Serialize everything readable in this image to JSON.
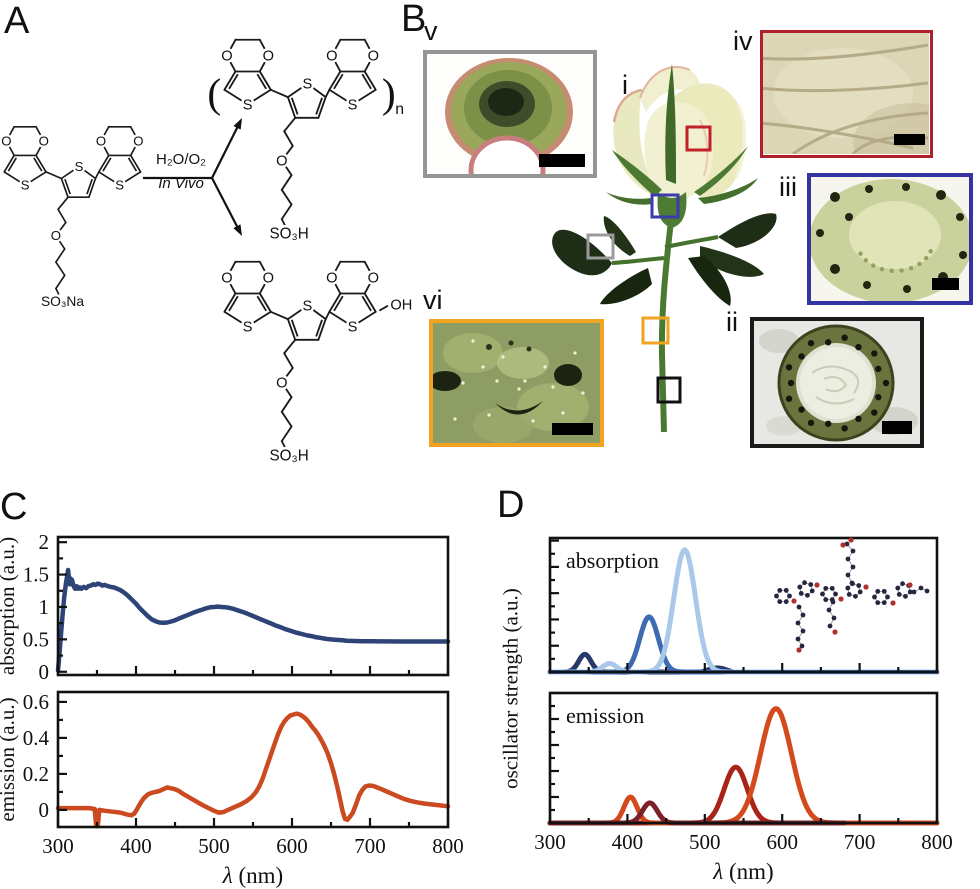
{
  "panel_a": {
    "letter": "A",
    "reagent_top": "H₂O/O₂",
    "reagent_bottom": "In Vivo",
    "atom_o": "O",
    "atom_s": "S",
    "monomer_terminal": "SO₃Na",
    "polymer_terminal": "SO₃H",
    "product2_terminal": "SO₃H",
    "product2_oh": "OH",
    "polymer_subscript": "n",
    "bracket_open": "(",
    "bracket_close": ")"
  },
  "panel_b": {
    "letter": "B",
    "plant_label": "i",
    "insets": [
      {
        "id": "v",
        "label": "v",
        "border_color": "#959595"
      },
      {
        "id": "iv",
        "label": "iv",
        "border_color": "#b0202c"
      },
      {
        "id": "iii",
        "label": "iii",
        "border_color": "#3434a3"
      },
      {
        "id": "vi",
        "label": "vi",
        "border_color": "#f1a321"
      },
      {
        "id": "ii",
        "label": "ii",
        "border_color": "#1a1a1a"
      }
    ],
    "marker_colors": {
      "red": "#c32028",
      "blue": "#3b3bae",
      "gray": "#9b9b9b",
      "orange": "#f1a321",
      "black": "#101010"
    }
  },
  "panel_c": {
    "letter": "C"
  },
  "panel_d": {
    "letter": "D",
    "shared_ylabel": "oscillator strength (a.u.)"
  },
  "chart_data": [
    {
      "id": "c-absorption",
      "type": "line",
      "ylabel": "absorption (a.u.)",
      "xlabel": "",
      "xlim": [
        300,
        800
      ],
      "ylim": [
        -0.05,
        2.08
      ],
      "xticks_major": [
        300,
        400,
        500,
        600,
        700,
        800
      ],
      "xticks_minor": [
        350,
        450,
        550,
        650,
        750
      ],
      "xtick_labels": [],
      "yticks_major": [
        0,
        0.5,
        1,
        1.5,
        2
      ],
      "yticks_minor": [
        0.25,
        0.75,
        1.25,
        1.75
      ],
      "ytick_labels": [
        "0",
        "0.5",
        "1",
        "1.5",
        "2"
      ],
      "series": [
        {
          "id": "ete-s-absorption",
          "color": "#2e4377",
          "width": 4.5,
          "points": [
            [
              300,
              0.02
            ],
            [
              302,
              0.3
            ],
            [
              304,
              0.6
            ],
            [
              306,
              0.9
            ],
            [
              308,
              1.15
            ],
            [
              310,
              1.35
            ],
            [
              312,
              1.5
            ],
            [
              313,
              1.57
            ],
            [
              314,
              1.45
            ],
            [
              315,
              1.35
            ],
            [
              316,
              1.44
            ],
            [
              317,
              1.38
            ],
            [
              318,
              1.42
            ],
            [
              320,
              1.32
            ],
            [
              322,
              1.28
            ],
            [
              324,
              1.32
            ],
            [
              326,
              1.28
            ],
            [
              328,
              1.3
            ],
            [
              330,
              1.28
            ],
            [
              333,
              1.31
            ],
            [
              336,
              1.29
            ],
            [
              339,
              1.32
            ],
            [
              342,
              1.33
            ],
            [
              345,
              1.35
            ],
            [
              348,
              1.34
            ],
            [
              351,
              1.36
            ],
            [
              354,
              1.35
            ],
            [
              357,
              1.33
            ],
            [
              360,
              1.34
            ],
            [
              364,
              1.32
            ],
            [
              368,
              1.31
            ],
            [
              372,
              1.3
            ],
            [
              376,
              1.28
            ],
            [
              380,
              1.26
            ],
            [
              385,
              1.22
            ],
            [
              390,
              1.17
            ],
            [
              395,
              1.11
            ],
            [
              400,
              1.05
            ],
            [
              405,
              0.98
            ],
            [
              410,
              0.92
            ],
            [
              415,
              0.86
            ],
            [
              420,
              0.81
            ],
            [
              425,
              0.78
            ],
            [
              430,
              0.76
            ],
            [
              435,
              0.755
            ],
            [
              440,
              0.76
            ],
            [
              445,
              0.775
            ],
            [
              450,
              0.795
            ],
            [
              455,
              0.82
            ],
            [
              460,
              0.845
            ],
            [
              465,
              0.87
            ],
            [
              470,
              0.895
            ],
            [
              475,
              0.92
            ],
            [
              480,
              0.94
            ],
            [
              485,
              0.96
            ],
            [
              490,
              0.98
            ],
            [
              495,
              0.995
            ],
            [
              500,
              1.0
            ],
            [
              505,
              1.005
            ],
            [
              510,
              1.0
            ],
            [
              515,
              0.995
            ],
            [
              520,
              0.985
            ],
            [
              525,
              0.97
            ],
            [
              530,
              0.95
            ],
            [
              535,
              0.93
            ],
            [
              540,
              0.91
            ],
            [
              545,
              0.885
            ],
            [
              550,
              0.86
            ],
            [
              555,
              0.835
            ],
            [
              560,
              0.81
            ],
            [
              565,
              0.785
            ],
            [
              570,
              0.76
            ],
            [
              575,
              0.735
            ],
            [
              580,
              0.71
            ],
            [
              585,
              0.69
            ],
            [
              590,
              0.665
            ],
            [
              595,
              0.645
            ],
            [
              600,
              0.625
            ],
            [
              605,
              0.605
            ],
            [
              610,
              0.59
            ],
            [
              615,
              0.575
            ],
            [
              620,
              0.56
            ],
            [
              625,
              0.55
            ],
            [
              630,
              0.535
            ],
            [
              635,
              0.525
            ],
            [
              640,
              0.515
            ],
            [
              645,
              0.505
            ],
            [
              650,
              0.5
            ],
            [
              655,
              0.495
            ],
            [
              660,
              0.49
            ],
            [
              665,
              0.485
            ],
            [
              670,
              0.48
            ],
            [
              680,
              0.475
            ],
            [
              690,
              0.472
            ],
            [
              700,
              0.47
            ],
            [
              720,
              0.468
            ],
            [
              740,
              0.467
            ],
            [
              760,
              0.467
            ],
            [
              780,
              0.467
            ],
            [
              800,
              0.467
            ]
          ]
        }
      ]
    },
    {
      "id": "c-emission",
      "type": "line",
      "ylabel": "emission (a.u.)",
      "xlabel": "λ (nm)",
      "xlim": [
        300,
        800
      ],
      "ylim": [
        -0.095,
        0.655
      ],
      "xticks_major": [
        300,
        400,
        500,
        600,
        700,
        800
      ],
      "xticks_minor": [
        350,
        450,
        550,
        650,
        750
      ],
      "xtick_labels": [
        "300",
        "400",
        "500",
        "600",
        "700",
        "800"
      ],
      "yticks_major": [
        0,
        0.2,
        0.4,
        0.6
      ],
      "yticks_minor": [
        0.1,
        0.3,
        0.5
      ],
      "ytick_labels": [
        "0",
        "0.2",
        "0.4",
        "0.6"
      ],
      "series": [
        {
          "id": "ete-s-emission",
          "color": "#cb4a20",
          "width": 4.5,
          "points": [
            [
              300,
              0.01
            ],
            [
              310,
              0.01
            ],
            [
              320,
              0.01
            ],
            [
              330,
              0.01
            ],
            [
              340,
              0.01
            ],
            [
              347,
              0.005
            ],
            [
              349,
              -0.09
            ],
            [
              351,
              -0.09
            ],
            [
              353,
              0
            ],
            [
              360,
              -0.005
            ],
            [
              370,
              -0.01
            ],
            [
              380,
              -0.015
            ],
            [
              388,
              -0.025
            ],
            [
              394,
              -0.03
            ],
            [
              398,
              -0.02
            ],
            [
              402,
              0.01
            ],
            [
              406,
              0.04
            ],
            [
              410,
              0.065
            ],
            [
              415,
              0.085
            ],
            [
              420,
              0.095
            ],
            [
              425,
              0.1
            ],
            [
              430,
              0.105
            ],
            [
              435,
              0.115
            ],
            [
              440,
              0.125
            ],
            [
              445,
              0.12
            ],
            [
              450,
              0.115
            ],
            [
              455,
              0.105
            ],
            [
              460,
              0.09
            ],
            [
              468,
              0.07
            ],
            [
              476,
              0.05
            ],
            [
              484,
              0.03
            ],
            [
              492,
              0.012
            ],
            [
              500,
              -0.005
            ],
            [
              506,
              -0.015
            ],
            [
              512,
              -0.012
            ],
            [
              518,
              0
            ],
            [
              526,
              0.015
            ],
            [
              534,
              0.03
            ],
            [
              542,
              0.05
            ],
            [
              548,
              0.07
            ],
            [
              554,
              0.1
            ],
            [
              558,
              0.13
            ],
            [
              562,
              0.17
            ],
            [
              566,
              0.22
            ],
            [
              570,
              0.27
            ],
            [
              574,
              0.32
            ],
            [
              578,
              0.37
            ],
            [
              582,
              0.42
            ],
            [
              586,
              0.46
            ],
            [
              590,
              0.49
            ],
            [
              594,
              0.51
            ],
            [
              598,
              0.525
            ],
            [
              602,
              0.53
            ],
            [
              606,
              0.535
            ],
            [
              610,
              0.53
            ],
            [
              614,
              0.52
            ],
            [
              618,
              0.505
            ],
            [
              622,
              0.485
            ],
            [
              626,
              0.46
            ],
            [
              630,
              0.44
            ],
            [
              634,
              0.415
            ],
            [
              638,
              0.385
            ],
            [
              642,
              0.35
            ],
            [
              646,
              0.31
            ],
            [
              650,
              0.26
            ],
            [
              654,
              0.2
            ],
            [
              658,
              0.13
            ],
            [
              662,
              0.05
            ],
            [
              665,
              -0.01
            ],
            [
              668,
              -0.05
            ],
            [
              671,
              -0.055
            ],
            [
              674,
              -0.04
            ],
            [
              678,
              -0.015
            ],
            [
              682,
              0.03
            ],
            [
              686,
              0.08
            ],
            [
              690,
              0.11
            ],
            [
              694,
              0.13
            ],
            [
              698,
              0.135
            ],
            [
              702,
              0.135
            ],
            [
              706,
              0.13
            ],
            [
              712,
              0.12
            ],
            [
              720,
              0.105
            ],
            [
              728,
              0.09
            ],
            [
              736,
              0.075
            ],
            [
              744,
              0.06
            ],
            [
              752,
              0.05
            ],
            [
              760,
              0.042
            ],
            [
              770,
              0.035
            ],
            [
              780,
              0.03
            ],
            [
              790,
              0.025
            ],
            [
              800,
              0.02
            ]
          ]
        }
      ]
    },
    {
      "id": "d-absorption",
      "type": "line",
      "annotation": "absorption",
      "ylabel": "",
      "xlabel": "",
      "xlim": [
        300,
        800
      ],
      "ylim": [
        0,
        1.02
      ],
      "xticks_major": [
        300,
        400,
        500,
        600,
        700,
        800
      ],
      "xticks_minor": [
        350,
        450,
        550,
        650,
        750
      ],
      "xtick_labels": [],
      "yticks_major": [
        0,
        0.2,
        0.4,
        0.6,
        0.8,
        1
      ],
      "yticks_minor": [
        0.1,
        0.3,
        0.5,
        0.7,
        0.9
      ],
      "ytick_labels": [],
      "series": [
        {
          "id": "dark-navy-line",
          "color": "#253a6b",
          "width": 5,
          "peaks": [
            {
              "c": 345,
              "h": 0.135,
              "s": 8
            }
          ]
        },
        {
          "id": "dark-navy-band",
          "color": "#253a6b",
          "fill": true,
          "peaks": [
            {
              "c": 516,
              "h": 0.05,
              "s": 15
            }
          ]
        },
        {
          "id": "medium-blue",
          "color": "#3e6bb2",
          "width": 5,
          "peaks": [
            {
              "c": 428,
              "h": 0.42,
              "s": 12
            }
          ]
        },
        {
          "id": "light-blue",
          "color": "#a9c8ea",
          "width": 5,
          "peaks": [
            {
              "c": 377,
              "h": 0.065,
              "s": 9
            },
            {
              "c": 474,
              "h": 0.93,
              "s": 14
            }
          ]
        },
        {
          "id": "baseline",
          "color": "#3e6bb2",
          "width": 4,
          "peaks": []
        }
      ]
    },
    {
      "id": "d-emission",
      "type": "line",
      "annotation": "emission",
      "ylabel": "",
      "xlabel": "λ (nm)",
      "xlim": [
        300,
        800
      ],
      "ylim": [
        0,
        1.0
      ],
      "xticks_major": [
        300,
        400,
        500,
        600,
        700,
        800
      ],
      "xticks_minor": [
        350,
        450,
        550,
        650,
        750
      ],
      "xtick_labels": [
        "300",
        "400",
        "500",
        "600",
        "700",
        "800"
      ],
      "yticks_major": [
        0,
        0.2,
        0.4,
        0.6,
        0.8,
        1
      ],
      "yticks_minor": [
        0.1,
        0.3,
        0.5,
        0.7,
        0.9
      ],
      "ytick_labels": [],
      "series": [
        {
          "id": "dark-red",
          "color": "#a92318",
          "width": 5,
          "peaks": [
            {
              "c": 540,
              "h": 0.43,
              "s": 15
            }
          ]
        },
        {
          "id": "orange",
          "color": "#d34b1d",
          "width": 5,
          "peaks": [
            {
              "c": 404,
              "h": 0.2,
              "s": 8.5
            },
            {
              "c": 592,
              "h": 0.88,
              "s": 20
            }
          ]
        },
        {
          "id": "maroon",
          "color": "#7b2129",
          "width": 5,
          "peaks": [
            {
              "c": 429,
              "h": 0.155,
              "s": 9.5
            }
          ],
          "xrange": [
            300,
            680
          ]
        }
      ]
    }
  ]
}
